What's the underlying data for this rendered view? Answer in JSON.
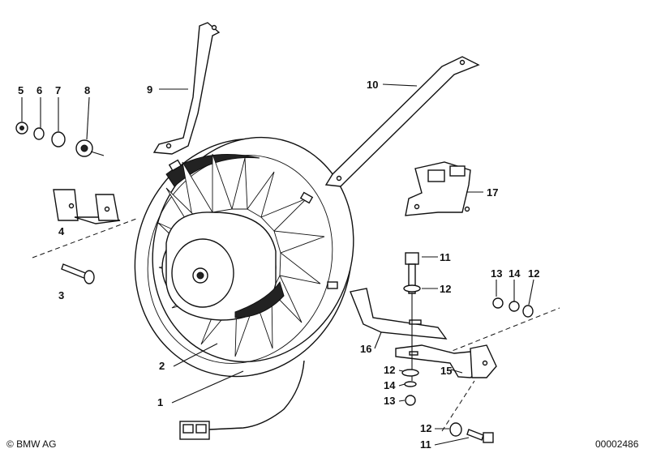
{
  "callouts": [
    {
      "id": "c1",
      "text": "1"
    },
    {
      "id": "c2",
      "text": "2"
    },
    {
      "id": "c3",
      "text": "3"
    },
    {
      "id": "c4",
      "text": "4"
    },
    {
      "id": "c5",
      "text": "5"
    },
    {
      "id": "c6",
      "text": "6"
    },
    {
      "id": "c7",
      "text": "7"
    },
    {
      "id": "c8",
      "text": "8"
    },
    {
      "id": "c9",
      "text": "9"
    },
    {
      "id": "c10",
      "text": "10"
    },
    {
      "id": "c11a",
      "text": "11"
    },
    {
      "id": "c12a",
      "text": "12"
    },
    {
      "id": "c13a",
      "text": "13"
    },
    {
      "id": "c14a",
      "text": "14"
    },
    {
      "id": "c12b",
      "text": "12"
    },
    {
      "id": "c16",
      "text": "16"
    },
    {
      "id": "c12c",
      "text": "12"
    },
    {
      "id": "c14b",
      "text": "14"
    },
    {
      "id": "c13b",
      "text": "13"
    },
    {
      "id": "c15",
      "text": "15"
    },
    {
      "id": "c12d",
      "text": "12"
    },
    {
      "id": "c11b",
      "text": "11"
    },
    {
      "id": "c17",
      "text": "17"
    }
  ],
  "footer": {
    "copyright": "© BMW AG",
    "diagram_number": "00002486"
  }
}
